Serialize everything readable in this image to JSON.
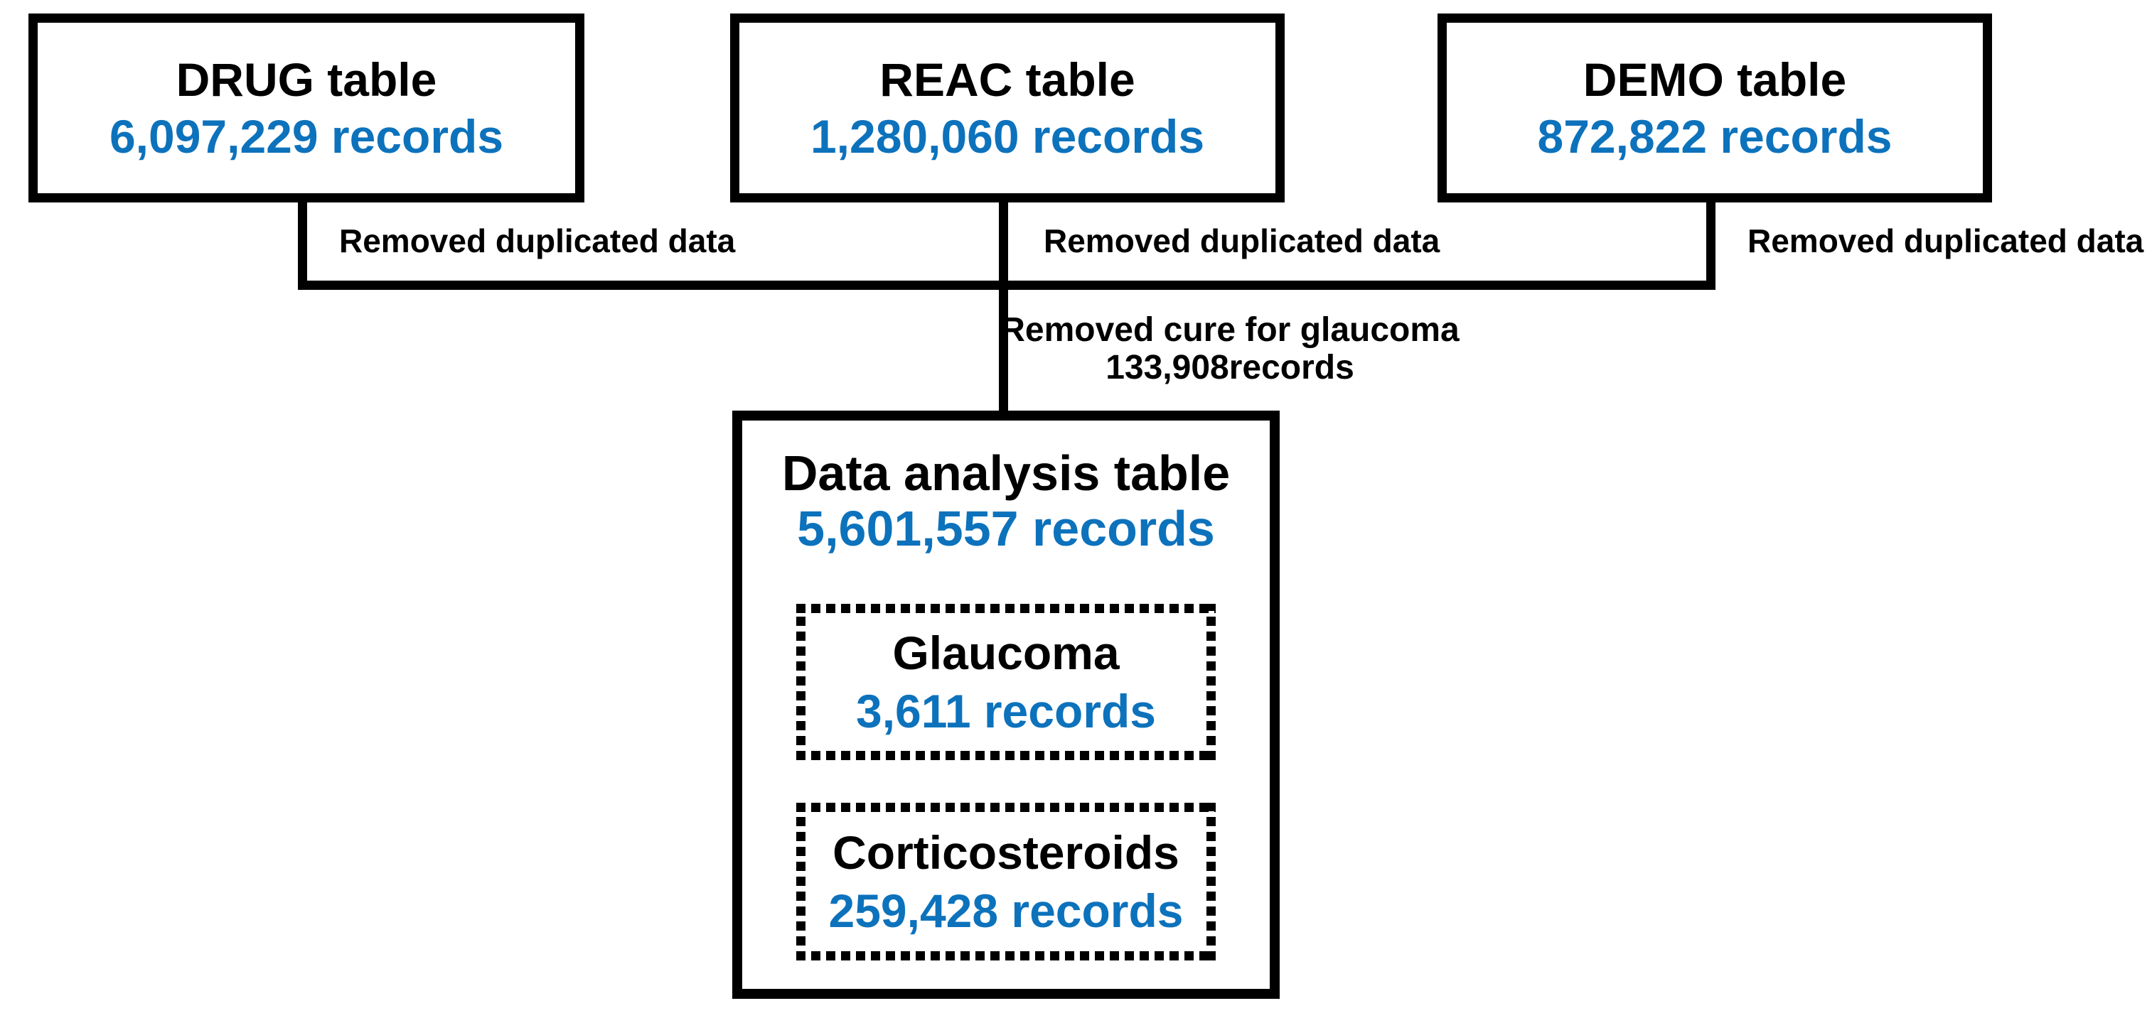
{
  "colors": {
    "accent_blue": "#0d72bc",
    "line_black": "#000000",
    "background": "#ffffff"
  },
  "diagram": {
    "sources": [
      {
        "title": "DRUG table",
        "records": "6,097,229 records"
      },
      {
        "title": "REAC table",
        "records": "1,280,060 records"
      },
      {
        "title": "DEMO table",
        "records": "872,822 records"
      }
    ],
    "dedup_labels": [
      "Removed duplicated data",
      "Removed duplicated data",
      "Removed duplicated data"
    ],
    "exclusion": {
      "line1": "Removed cure for glaucoma",
      "line2": "133,908records"
    },
    "analysis": {
      "title": "Data analysis table",
      "records": "5,601,557 records",
      "subsets": [
        {
          "title": "Glaucoma",
          "records": "3,611 records"
        },
        {
          "title": "Corticosteroids",
          "records": "259,428 records"
        }
      ]
    }
  }
}
